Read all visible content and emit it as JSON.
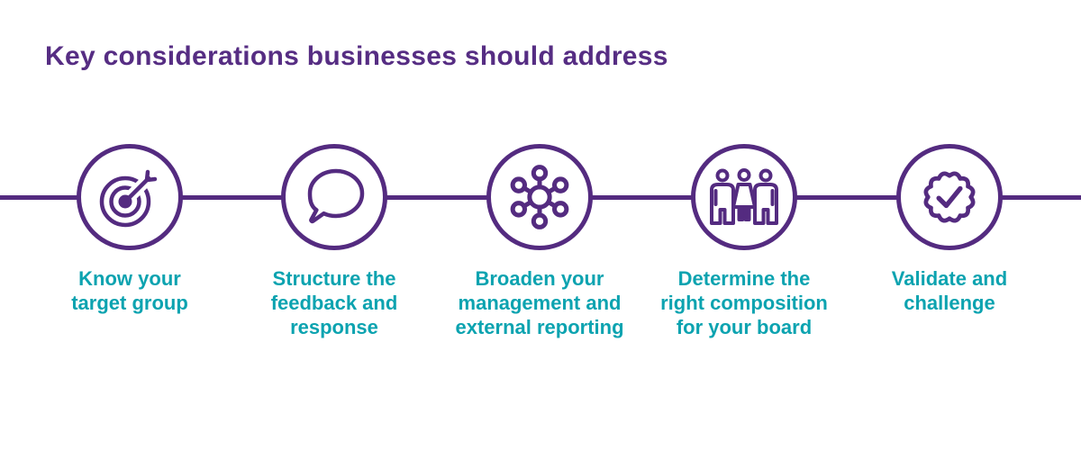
{
  "title": "Key considerations businesses should address",
  "colors": {
    "purple": "#562d83",
    "teal": "#0ca3b0",
    "background": "#ffffff"
  },
  "timeline": {
    "connector": "horizontal-line",
    "step_count": 5
  },
  "steps": [
    {
      "icon": "target-arrow-icon",
      "label": "Know your\ntarget group"
    },
    {
      "icon": "speech-bubble-icon",
      "label": "Structure the\nfeedback and\nresponse"
    },
    {
      "icon": "network-hub-icon",
      "label": "Broaden your\nmanagement and\nexternal reporting"
    },
    {
      "icon": "people-group-icon",
      "label": "Determine the\nright composition\nfor your board"
    },
    {
      "icon": "check-badge-icon",
      "label": "Validate and\nchallenge"
    }
  ]
}
